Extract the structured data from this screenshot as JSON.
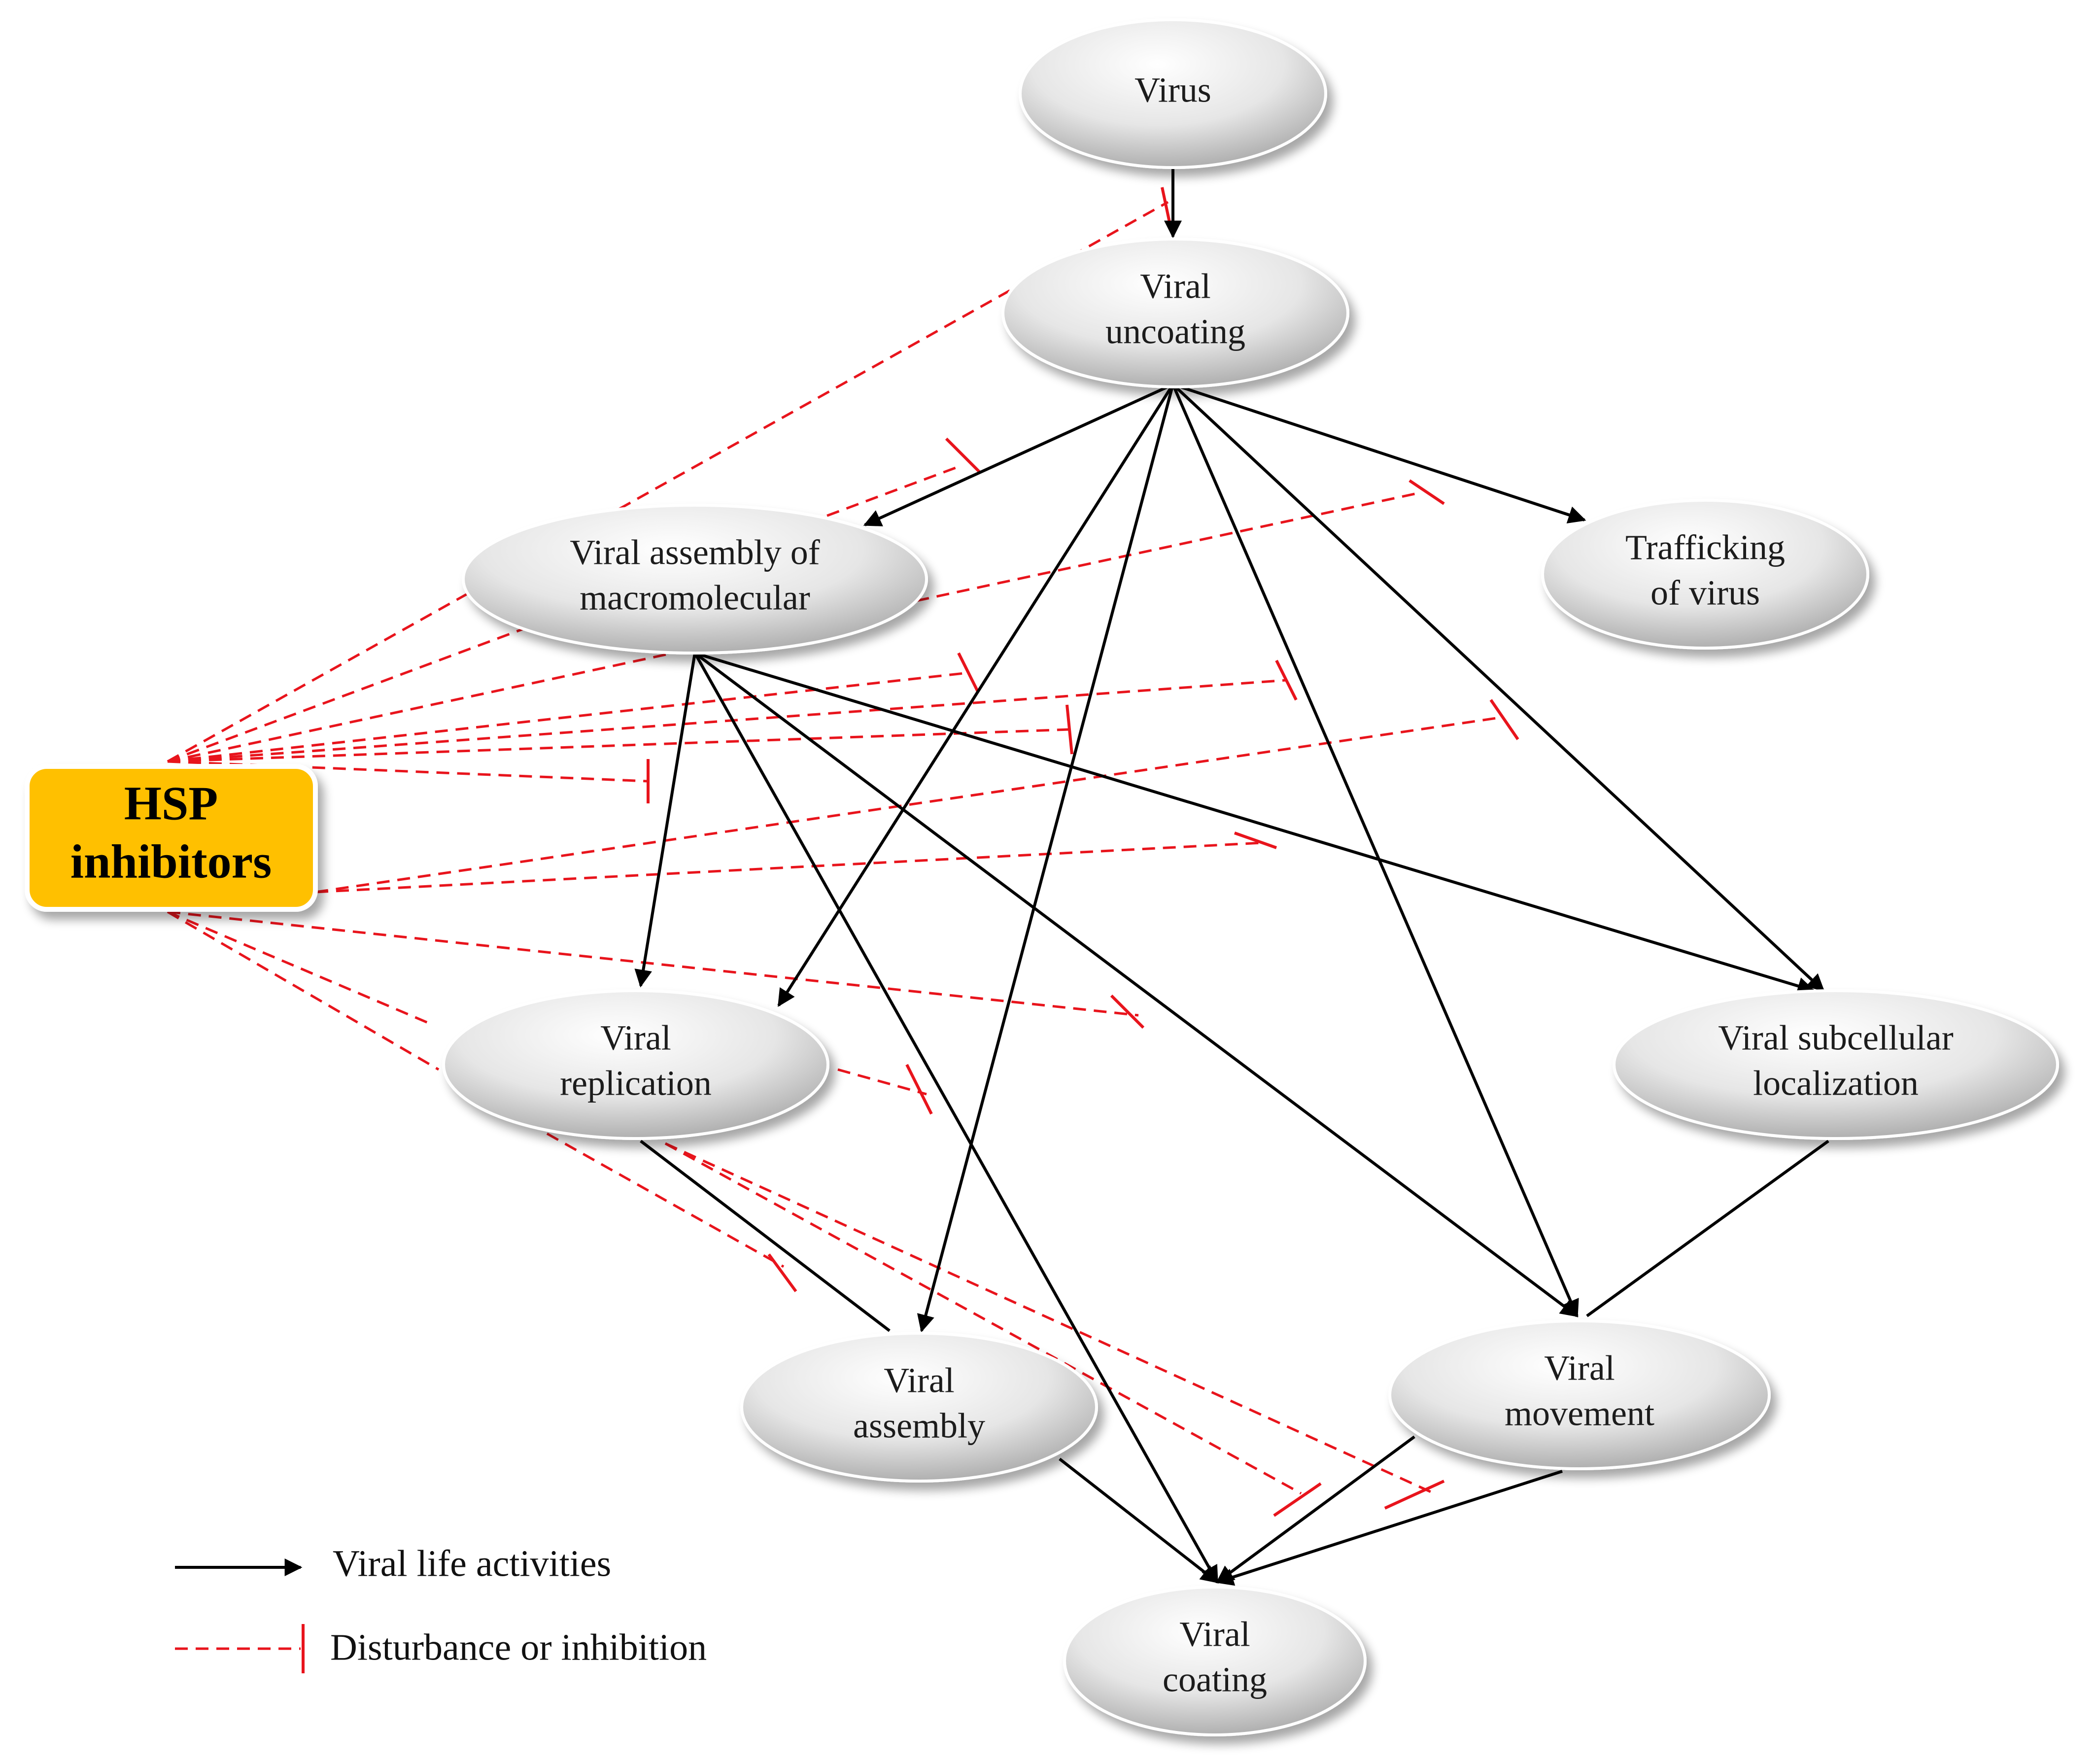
{
  "nodes": {
    "virus": {
      "lines": [
        "Virus"
      ]
    },
    "uncoating": {
      "lines": [
        "Viral",
        "uncoating"
      ]
    },
    "assembly_macro": {
      "lines": [
        "Viral assembly of",
        "macromolecular"
      ]
    },
    "trafficking": {
      "lines": [
        "Trafficking",
        "of virus"
      ]
    },
    "replication": {
      "lines": [
        "Viral",
        "replication"
      ]
    },
    "subcellular": {
      "lines": [
        "Viral subcellular",
        "localization"
      ]
    },
    "assembly": {
      "lines": [
        "Viral",
        "assembly"
      ]
    },
    "movement": {
      "lines": [
        "Viral",
        "movement"
      ]
    },
    "coating": {
      "lines": [
        "Viral",
        "coating"
      ]
    }
  },
  "hsp": {
    "lines": [
      "HSP",
      "inhibitors"
    ],
    "color": "#ffc000"
  },
  "legend": {
    "activity_label": "Viral life activities",
    "inhibition_label": "Disturbance or inhibition"
  },
  "colors": {
    "activity": "#000000",
    "inhibition": "#e8141c"
  }
}
